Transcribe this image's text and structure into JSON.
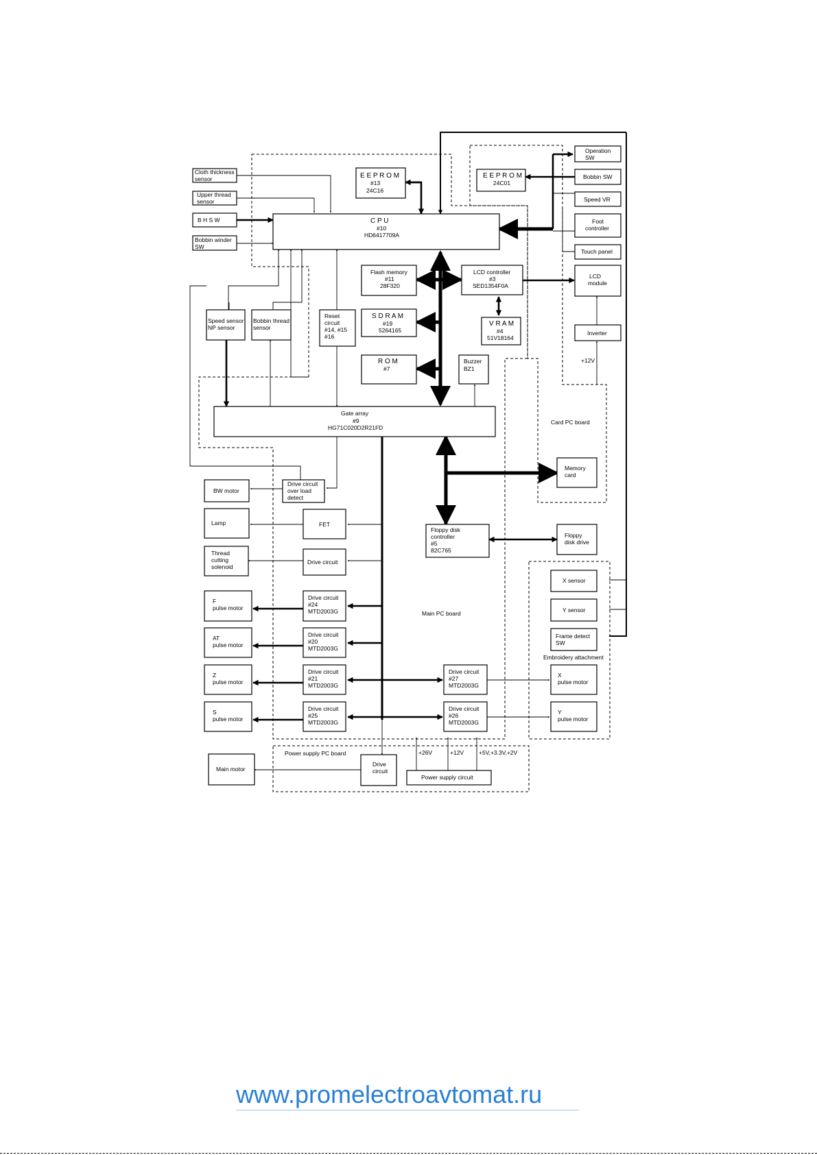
{
  "blocks": {
    "cloth_thickness": [
      "Cloth thickness",
      "sensor"
    ],
    "upper_thread": [
      "Upper thread",
      "sensor"
    ],
    "bhsw": [
      "B H S W"
    ],
    "bobbin_winder": [
      "Bobbin winder",
      "SW"
    ],
    "eeprom_main": [
      "E E P R O M",
      "#13",
      "24C16"
    ],
    "cpu": [
      "C P U",
      "#10",
      "HD6417709A"
    ],
    "eeprom_card": [
      "E E P R O M",
      "24C01"
    ],
    "operation_sw": [
      "Operation",
      "SW"
    ],
    "bobbin_sw": [
      "Bobbin SW"
    ],
    "speed_vr": [
      "Speed VR"
    ],
    "foot_controller": [
      "Foot",
      "controller"
    ],
    "touch_panel": [
      "Touch panel"
    ],
    "flash": [
      "Flash memory",
      "#11",
      "28F320"
    ],
    "lcd_controller": [
      "LCD controller",
      "#3",
      "SED1354F0A"
    ],
    "lcd_module": [
      "LCD",
      "module"
    ],
    "sdram": [
      "S D R A M",
      "#19",
      "5264165"
    ],
    "vram": [
      "V R A M",
      "#4",
      "51V18164"
    ],
    "inverter": [
      "Inverter"
    ],
    "rom": [
      "R O M",
      "#7"
    ],
    "buzzer": [
      "Buzzer",
      "BZ1"
    ],
    "speed_sensor": [
      "Speed sensor",
      "NP sensor"
    ],
    "bobbin_thread": [
      "Bobbin thread",
      "sensor"
    ],
    "reset": [
      "Reset",
      "circuit",
      "#14, #15",
      "#16"
    ],
    "gate_array": [
      "Gate array",
      "#9",
      "HG71C020D2R21FD"
    ],
    "memory_card": [
      "Memory",
      "card"
    ],
    "bw_motor": [
      "BW motor"
    ],
    "drive_overload": [
      "Drive circuit",
      "over load",
      "detect"
    ],
    "lamp": [
      "Lamp"
    ],
    "fet": [
      "FET"
    ],
    "floppy_ctrl": [
      "Floppy disk",
      "controller",
      "#5",
      "82C765"
    ],
    "floppy_drive": [
      "Floppy",
      "disk drive"
    ],
    "thread_cutting": [
      "Thread",
      "cutting",
      "solenoid"
    ],
    "drive_circuit": [
      "Drive circuit"
    ],
    "x_sensor": [
      "X sensor"
    ],
    "y_sensor": [
      "Y sensor"
    ],
    "frame_detect": [
      "Frame detect",
      "SW"
    ],
    "f_motor": [
      "F",
      "pulse motor"
    ],
    "drive24": [
      "Drive circuit",
      "#24",
      "MTD2003G"
    ],
    "at_motor": [
      "AT",
      "pulse motor"
    ],
    "drive20": [
      "Drive circuit",
      "#20",
      "MTD2003G"
    ],
    "z_motor": [
      "Z",
      "pulse motor"
    ],
    "drive21": [
      "Drive circuit",
      "#21",
      "MTD2003G"
    ],
    "drive27": [
      "Drive circuit",
      "#27",
      "MTD2003G"
    ],
    "x_motor": [
      "X",
      "pulse motor"
    ],
    "s_motor": [
      "S",
      "pulse motor"
    ],
    "drive25": [
      "Drive circuit",
      "#25",
      "MTD2003G"
    ],
    "drive26": [
      "Drive circuit",
      "#26",
      "MTD2003G"
    ],
    "y_motor": [
      "Y",
      "pulse motor"
    ],
    "main_motor": [
      "Main motor"
    ],
    "drive_power": [
      "Drive",
      "circuit"
    ],
    "power_supply": [
      "Power supply circuit"
    ]
  },
  "region_labels": {
    "card_pc_board": "Card PC board",
    "main_pc_board": "Main PC board",
    "embroidery_attachment": "Embroidery attachment",
    "power_supply_pc_board": "Power supply PC board"
  },
  "voltages": {
    "v12_card": "+12V",
    "v26": "+26V",
    "v12": "+12V",
    "v5": "+5V,+3.3V,+2V"
  },
  "footer": {
    "url": "www.promelectroavtomat.ru",
    "url_color": "#2a7fd4"
  }
}
